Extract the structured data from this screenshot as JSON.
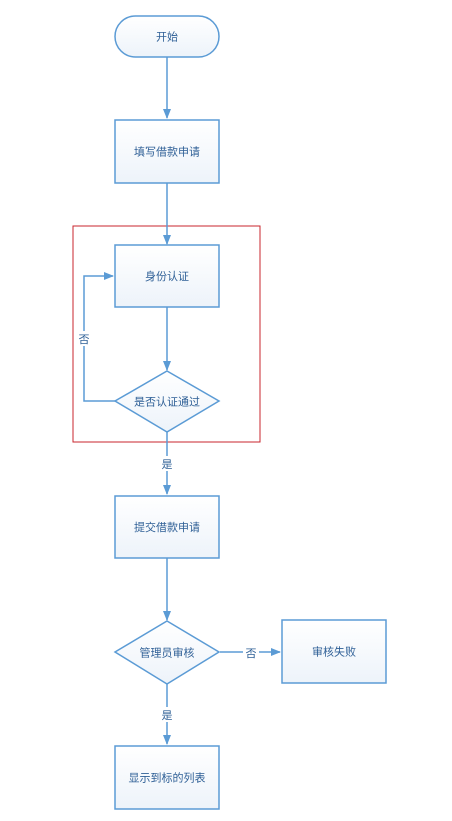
{
  "colors": {
    "line": "#5b9bd5",
    "text": "#2e5f96",
    "highlight_frame": "#c8262c"
  },
  "nodes": {
    "start": "开始",
    "fill_application": "填写借款申请",
    "identity_verification": "身份认证",
    "verification_passed": "是否认证通过",
    "submit_application": "提交借款申请",
    "admin_review": "管理员审核",
    "review_failed": "审核失败",
    "show_target_list": "显示到标的列表"
  },
  "edges": {
    "verify_no": "否",
    "verify_yes": "是",
    "review_no": "否",
    "review_yes": "是"
  }
}
